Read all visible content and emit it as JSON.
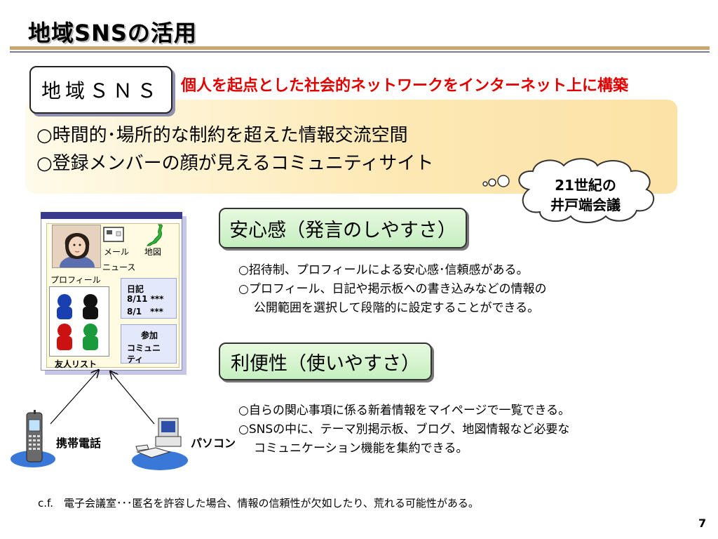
{
  "slide": {
    "title": "地域SNSの活用",
    "page_number": "7"
  },
  "definition": {
    "label": "地域ＳＮＳ",
    "caption": "個人を起点とした社会的ネットワークをインターネット上に構築",
    "lines": [
      "○時間的･場所的な制約を超えた情報交流空間",
      "○登録メンバーの顔が見えるコミュニティサイト"
    ]
  },
  "cloud": {
    "line1": "21世紀の",
    "line2": "井戸端会議"
  },
  "mock_sns": {
    "mail_label": "メール",
    "map_label": "地図",
    "news_label": "ニュース",
    "profile_label": "プロフィール",
    "friends_label": "友人リスト",
    "diary_title": "日記",
    "diary_entries": [
      "8/11 ***",
      "8/1　***"
    ],
    "community_line1": "参加",
    "community_line2": "コミュニ",
    "community_line3": "ティ",
    "avatar_colors": [
      "#1a3fb0",
      "#111111",
      "#cc1111",
      "#1a9a3a"
    ]
  },
  "devices": {
    "phone_label": "携帯電話",
    "pc_label": "パソコン"
  },
  "sections": {
    "anshin": {
      "heading": "安心感（発言のしやすさ）",
      "bullets": [
        "○招待制、プロフィールによる安心感･信頼感がある。",
        "○プロフィール、日記や掲示板への書き込みなどの情報の",
        "公開範囲を選択して段階的に設定することができる。"
      ]
    },
    "benri": {
      "heading": "利便性（使いやすさ）",
      "bullets": [
        "○自らの関心事項に係る新着情報をマイページで一覧できる。",
        "○SNSの中に、テーマ別掲示板、ブログ、地図情報など必要な",
        "コミュニケーション機能を集約できる。"
      ]
    }
  },
  "footnote": "c.f.　電子会議室･･･匿名を許容した場合、情報の信頼性が欠如したり、荒れる可能性がある。",
  "colors": {
    "title_rule": "#c9a66b",
    "caption_red": "#e00000",
    "panel_yellow": "#fde9b5",
    "heading_green": "#c5efc0"
  }
}
